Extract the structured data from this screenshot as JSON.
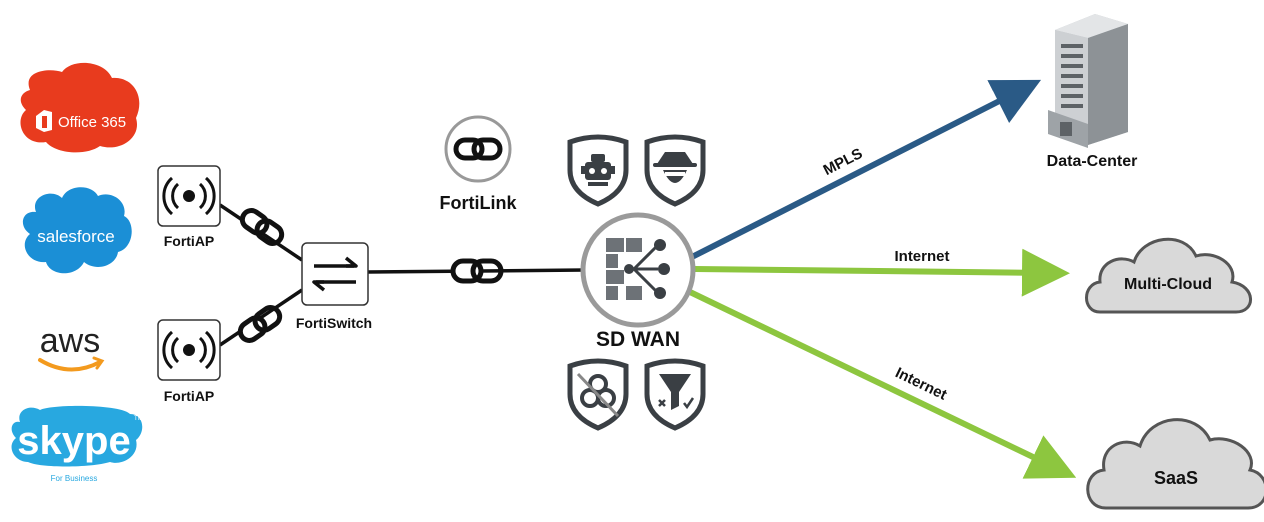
{
  "apps": {
    "office": "Office 365",
    "salesforce": "salesforce",
    "aws": "aws",
    "skype": "skype",
    "skype_tm": "TM",
    "skype_sub": "For Business"
  },
  "devices": {
    "ap_top": "FortiAP",
    "ap_bottom": "FortiAP",
    "switch": "FortiSwitch",
    "fortilink": "FortiLink",
    "sdwan": "SD WAN"
  },
  "links": {
    "mpls": "MPLS",
    "internet_cloud": "Internet",
    "internet_saas": "Internet"
  },
  "destinations": {
    "datacenter": "Data-Center",
    "multicloud": "Multi-Cloud",
    "saas": "SaaS"
  },
  "colors": {
    "mpls": "#2a5a86",
    "internet": "#8dc63f",
    "office": "#e83b1e",
    "salesforce": "#1b8fd6",
    "aws_smile": "#f39a1e",
    "skype": "#28a8e0",
    "icon_dark": "#3a3f44",
    "cloud_fill": "#d9d9d9"
  },
  "icons": [
    "office-icon",
    "salesforce-logo",
    "aws-logo",
    "skype-logo",
    "wireless-icon",
    "switch-arrows-icon",
    "chain-link-icon",
    "sd-wan-icon",
    "ips-shield-icon",
    "spy-shield-icon",
    "biohazard-shield-icon",
    "filter-shield-icon",
    "building-icon",
    "cloud-icon"
  ]
}
